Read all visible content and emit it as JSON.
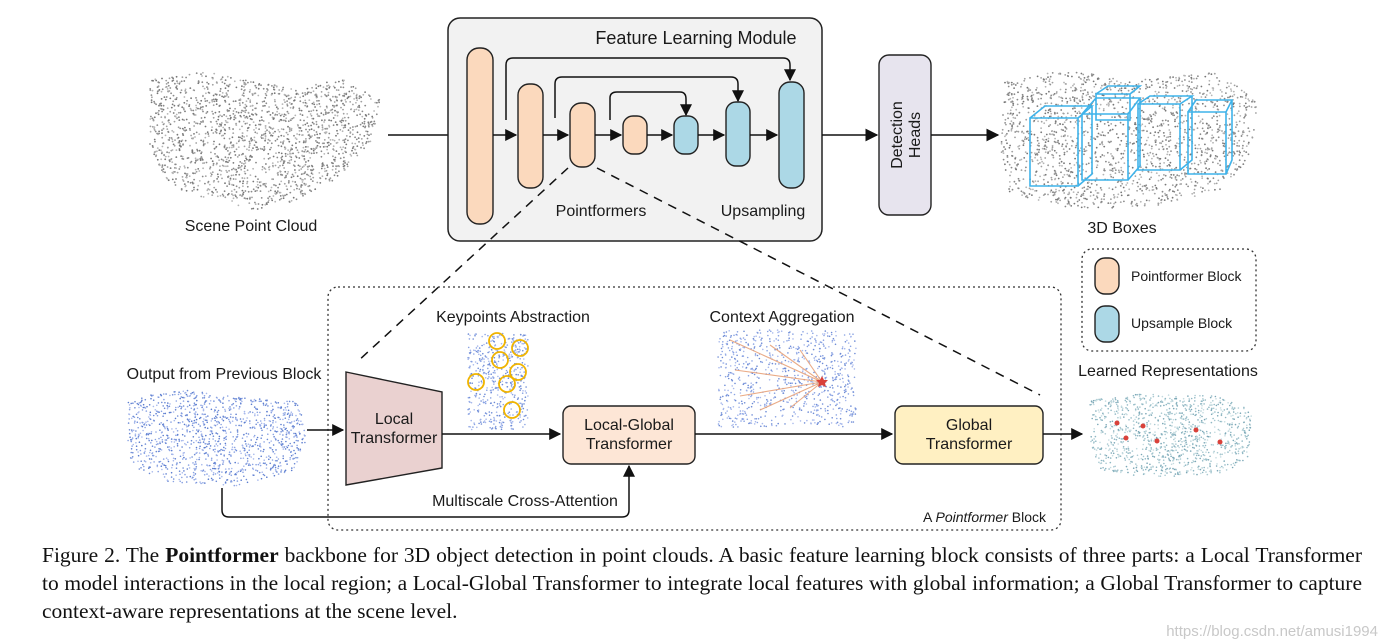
{
  "labels": {
    "feature_module": "Feature Learning Module",
    "scene_point_cloud": "Scene Point Cloud",
    "pointformers": "Pointformers",
    "upsampling": "Upsampling",
    "detection_heads_1": "Detection",
    "detection_heads_2": "Heads",
    "boxes_3d": "3D Boxes",
    "legend_pointformer": "Pointformer Block",
    "legend_upsample": "Upsample Block",
    "keypoints_abstraction": "Keypoints Abstraction",
    "context_aggregation": "Context Aggregation",
    "output_prev_block": "Output from Previous Block",
    "learned_representations": "Learned Representations",
    "local_transformer_1": "Local",
    "local_transformer_2": "Transformer",
    "local_global_1": "Local-Global",
    "local_global_2": "Transformer",
    "global_transformer_1": "Global",
    "global_transformer_2": "Transformer",
    "multiscale_cross_attention": "Multiscale Cross-Attention",
    "a_block_prefix": "A ",
    "a_block_italic": "Pointformer",
    "a_block_suffix": " Block"
  },
  "caption": {
    "prefix": "Figure 2. The ",
    "bold": "Pointformer",
    "text": " backbone for 3D object detection in point clouds. A basic feature learning block consists of three parts: a Local Transformer to model interactions in the local region; a Local-Global Transformer to integrate local features with global information; a Global Transformer to capture context-aware representations at the scene level."
  },
  "watermark": "https://blog.csdn.net/amusi1994",
  "colors": {
    "pointformer_fill": "#fbd9bd",
    "upsample_fill": "#acd8e6",
    "local_transformer_fill": "#ead1d0",
    "local_global_fill": "#fde6d6",
    "global_fill": "#fff0c2",
    "module_bg": "#f2f2f2",
    "detection_bg": "#e7e4ee",
    "box_color": "#3fb3ea"
  }
}
